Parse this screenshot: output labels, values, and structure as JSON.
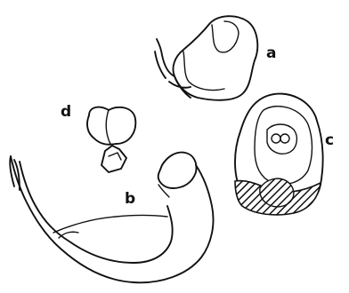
{
  "figure": {
    "labels": {
      "a": "a",
      "b": "b",
      "c": "c",
      "d": "d"
    },
    "colors": {
      "ink": "#111111",
      "paper": "#ffffff"
    }
  }
}
